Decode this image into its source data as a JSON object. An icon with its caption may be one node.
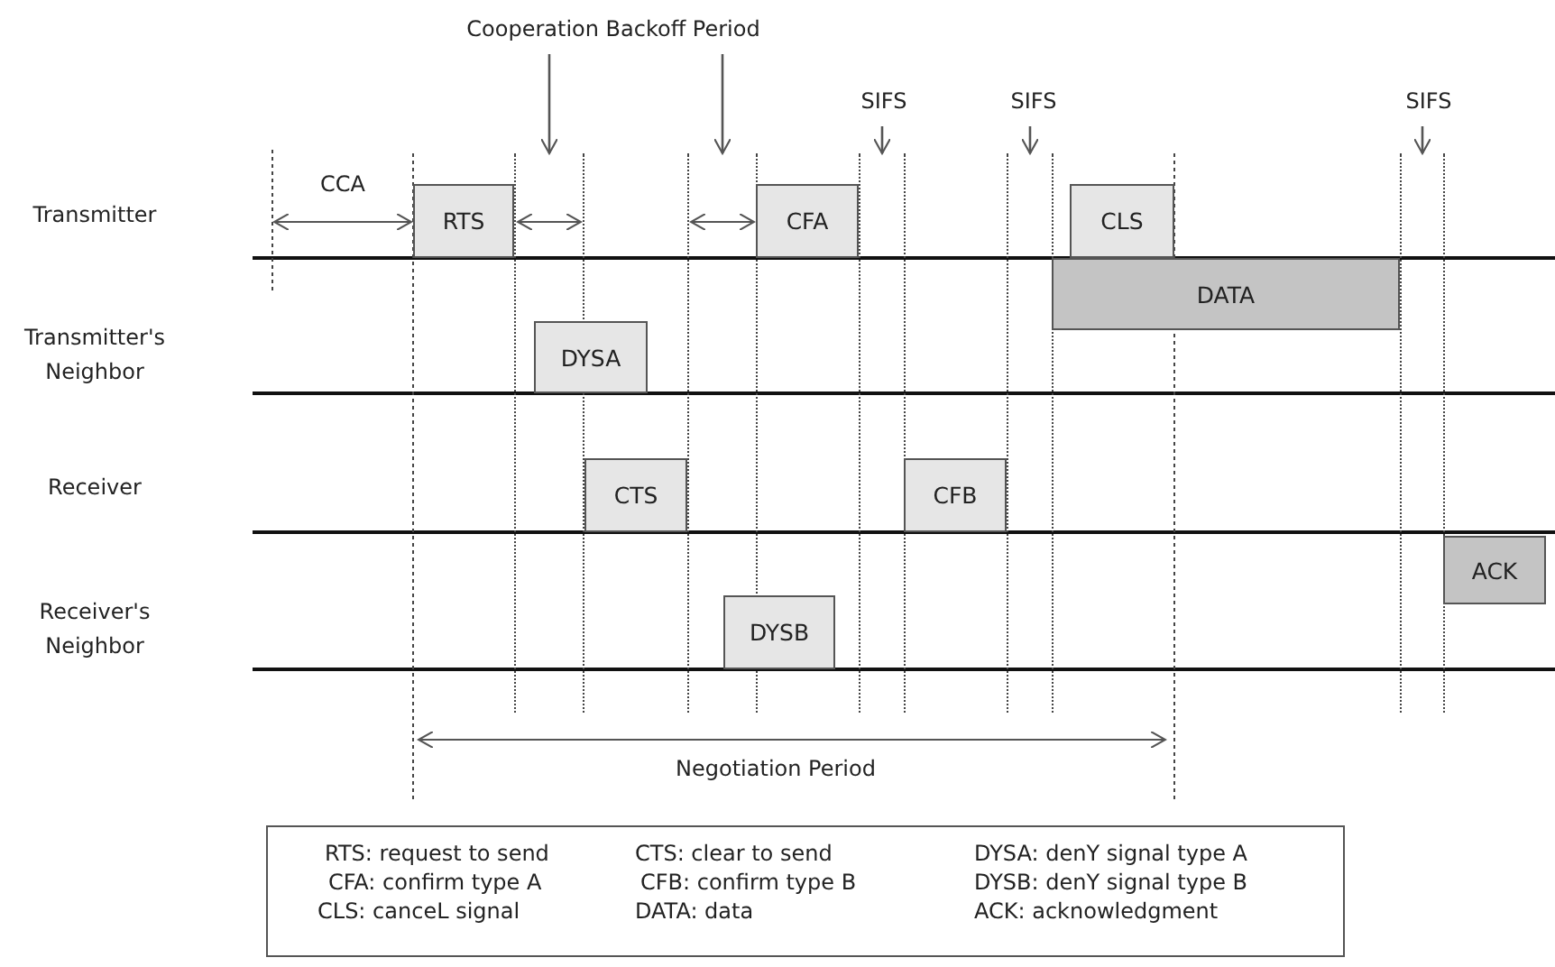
{
  "diagram": {
    "nodes": [
      {
        "text": [
          "RTS"
        ]
      },
      {
        "text": [
          "CFA"
        ]
      },
      {
        "text": [
          "CLS"
        ]
      },
      {
        "text": [
          "DATA"
        ]
      },
      {
        "text": [
          "DYSA"
        ]
      },
      {
        "text": [
          "CTS"
        ]
      },
      {
        "text": [
          "CFB"
        ]
      },
      {
        "text": [
          "ACK"
        ]
      },
      {
        "text": [
          "DYSB"
        ]
      },
      {
        "text": [
          "Cooperation Backoff Period"
        ]
      },
      {
        "text": [
          "SIFS"
        ]
      },
      {
        "text": [
          "SIFS"
        ]
      },
      {
        "text": [
          "SIFS"
        ]
      },
      {
        "text": [],
        "shape": "box"
      },
      {
        "text": [],
        "shape": "box"
      },
      {
        "text": [],
        "shape": "box"
      },
      {
        "text": [],
        "shape": "box"
      },
      {
        "text": [],
        "shape": "box"
      }
    ],
    "edges": [
      {
        "from": 9,
        "to": 13,
        "arrow": "to"
      },
      {
        "from": 9,
        "to": 14,
        "arrow": "to"
      },
      {
        "from": 10,
        "to": 15,
        "arrow": "to"
      },
      {
        "from": 11,
        "to": 16,
        "arrow": "to"
      },
      {
        "from": 12,
        "to": 17,
        "arrow": "to"
      }
    ],
    "labels": [
      "CCA",
      "Transmitter",
      "Transmitter's Neighbor",
      "Receiver",
      "Receiver's Neighbor",
      "Negotiation Period",
      "RTS: request to send",
      "CTS: clear to send",
      "DYSA: denY signal type A",
      "CFA: confirm type A",
      "CFB: confirm type B",
      "DYSB: denY signal type B",
      "CLS: canceL signal",
      "DATA: data",
      "ACK: acknowledgment"
    ]
  }
}
